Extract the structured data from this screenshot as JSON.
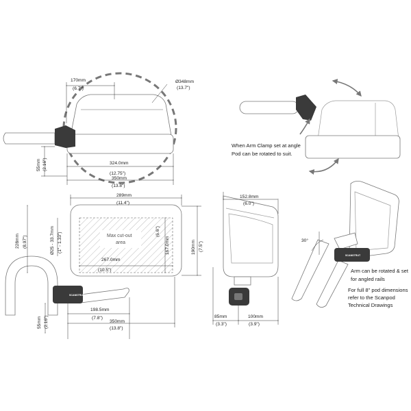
{
  "top_left_view": {
    "w_170": "170mm",
    "w_170_in": "(6.7\")",
    "dia_348": "Ø348mm",
    "dia_348_in": "(13.7\")",
    "h_55": "55mm",
    "h_55_in": "(2.16\")",
    "w_324": "324.0mm",
    "w_324_in": "(12.75\")",
    "w_350": "350mm",
    "w_350_in": "(13.8\")"
  },
  "top_right_view": {
    "note_line1": "When Arm Clamp set at angle",
    "note_line2": "Pod can be rotated to suit."
  },
  "plan_view": {
    "w_289": "289mm",
    "w_289_in": "(11.4\")",
    "h_228": "228mm",
    "h_228_in": "(8.97\")",
    "rail_dia": "Ø25 - 33.7mm",
    "rail_dia_in": "(1\" - 1.33\")",
    "cutout_line1": "Max cut-out",
    "cutout_line2": "area",
    "cutout_h": "167.0mm",
    "cutout_h_in": "(6.6\")",
    "cutout_w": "267.0mm",
    "cutout_w_in": "(10.5\")",
    "h_190": "190mm",
    "h_190_in": "(7.5\")"
  },
  "bottom_left_view": {
    "h_55": "55mm",
    "h_55_in": "(2.16\")",
    "w_1985": "198.5mm",
    "w_1985_in": "(7.8\")",
    "w_350": "350mm",
    "w_350_in": "(13.8\")",
    "brand": "SCANSTRUT"
  },
  "side_view": {
    "w_1528": "152.8mm",
    "w_1528_in": "(6.0\")",
    "w_85": "85mm",
    "w_85_in": "(3.3\")",
    "w_100": "100mm",
    "w_100_in": "(3.9\")"
  },
  "angled_view": {
    "angle": "30°",
    "note_line1": "Arm can be rotated & set",
    "note_line2": "for angled rails",
    "note_line3": "For full 8\" pod dimensions",
    "note_line4": "refer to the Scanpod",
    "note_line5": "Technical Drawings",
    "brand": "SCANSTRUT"
  },
  "colors": {
    "outline": "#777777",
    "dimension": "#333333",
    "clamp": "#3a3a3a",
    "hatch": "#bbbbbb"
  }
}
